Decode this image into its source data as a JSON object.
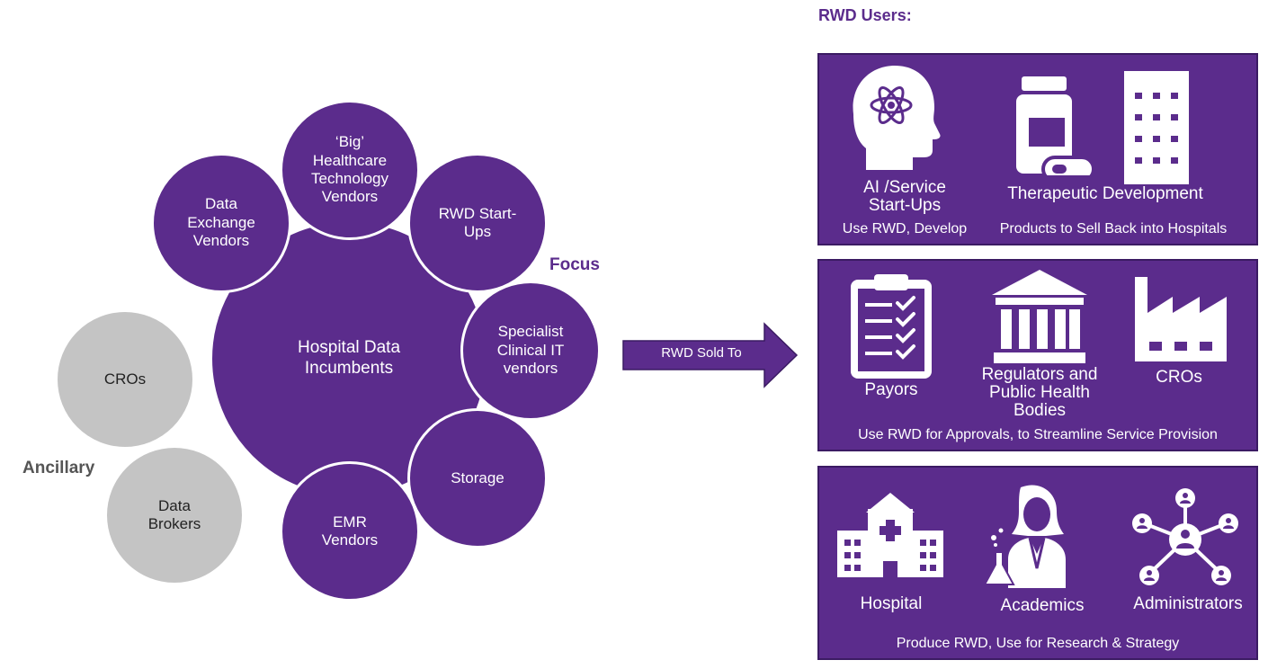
{
  "left": {
    "center": "Hospital Data\nIncumbents",
    "satellites": {
      "big_vendors": "‘Big’\nHealthcare\nTechnology\nVendors",
      "data_exchange": "Data\nExchange\nVendors",
      "rwd_startups": "RWD Start-\nUps",
      "specialist": "Specialist\nClinical IT\nvendors",
      "storage": "Storage",
      "emr": "EMR\nVendors"
    },
    "focus_label": "Focus",
    "ancillary_label": "Ancillary",
    "ancillary": {
      "cros": "CROs",
      "brokers": "Data\nBrokers"
    }
  },
  "arrow_label": "RWD Sold To",
  "users_title": "RWD Users:",
  "panel1": {
    "ai_label": "AI /Service\nStart-Ups",
    "therapeutic_label": "Therapeutic Development",
    "caption_left": "Use RWD, Develop",
    "caption_right": "Products to Sell Back into Hospitals"
  },
  "panel2": {
    "payors": "Payors",
    "regulators": "Regulators and\nPublic Health\nBodies",
    "cros": "CROs",
    "caption": "Use RWD for Approvals, to Streamline Service Provision"
  },
  "panel3": {
    "hospital": "Hospital",
    "academics": "Academics",
    "administrators": "Administrators",
    "caption": "Produce RWD, Use for Research & Strategy"
  },
  "colors": {
    "purple": "#5b2c8c",
    "grey": "#c4c4c4",
    "label_grey": "#555555"
  }
}
